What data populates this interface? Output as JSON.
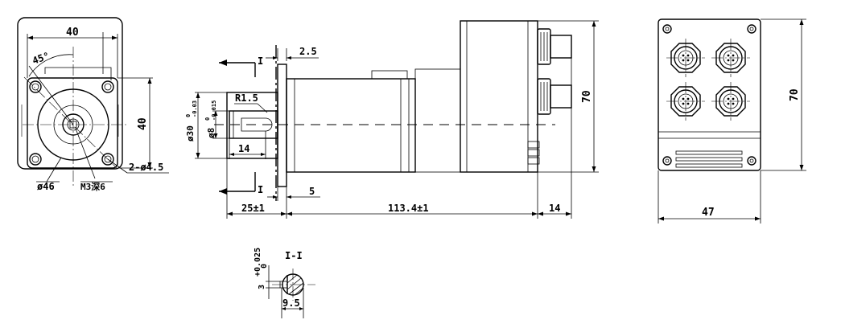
{
  "front_view": {
    "dim_top_width": "40",
    "dim_angle": "45°",
    "dim_right_height": "40",
    "dim_hole": "2-ø4.5",
    "dim_pilot": "ø46",
    "dim_thread": "M3深6"
  },
  "side_view": {
    "section_mark": "I",
    "dim_flange_thick": "2.5",
    "dim_radius": "R1.5",
    "dim_pilot_dia": "ø30",
    "dim_pilot_tol_upper": "0",
    "dim_pilot_tol_lower": "-0.03",
    "dim_shaft_dia": "ø8",
    "dim_shaft_tol_upper": "0",
    "dim_shaft_tol_lower": "-0.015",
    "dim_key_len": "14",
    "dim_spigot": "5",
    "dim_shaft_len": "25±1",
    "dim_body_len": "113.4±1",
    "dim_conn_len": "14",
    "dim_height": "70"
  },
  "end_view": {
    "dim_height": "70",
    "dim_width": "47"
  },
  "section_view": {
    "title": "I-I",
    "dim_tol_upper": "+0.025",
    "dim_tol_lower": "0",
    "dim_flat": "3",
    "dim_width": "9.5"
  }
}
